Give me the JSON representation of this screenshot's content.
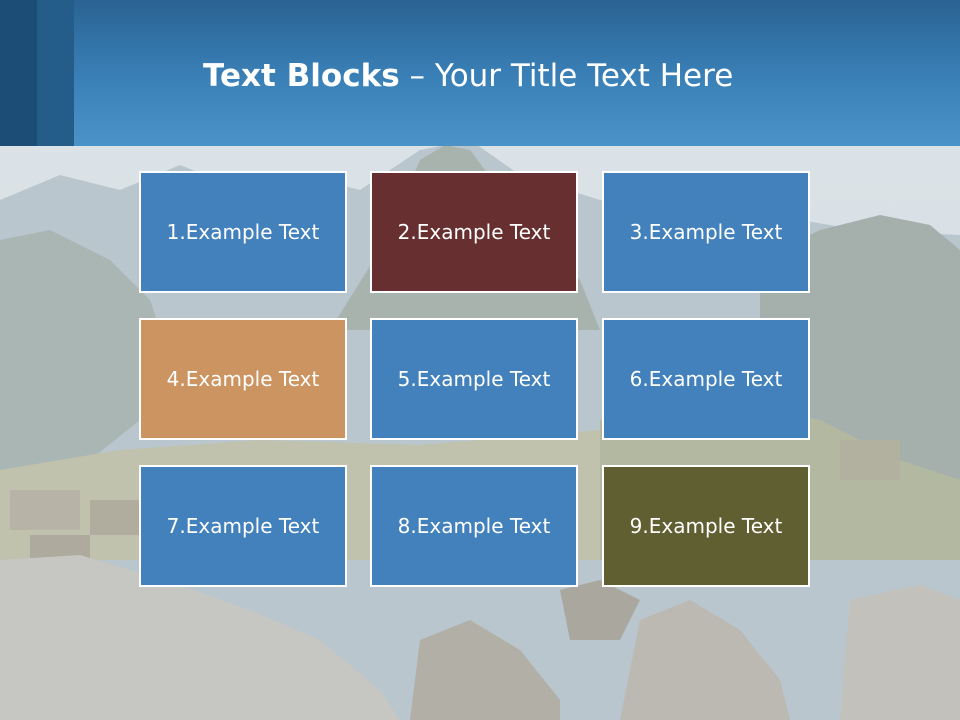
{
  "title": {
    "bold": "Text Blocks",
    "separator": " – ",
    "rest": "Your Title Text Here"
  },
  "blocks": [
    {
      "label": "1.Example Text",
      "color": "#4281bb"
    },
    {
      "label": "2.Example Text",
      "color": "#672f2f"
    },
    {
      "label": "3.Example Text",
      "color": "#4281bb"
    },
    {
      "label": "4.Example Text",
      "color": "#cb9460"
    },
    {
      "label": "5.Example Text",
      "color": "#4281bb"
    },
    {
      "label": "6.Example Text",
      "color": "#4281bb"
    },
    {
      "label": "7.Example Text",
      "color": "#4281bb"
    },
    {
      "label": "8.Example Text",
      "color": "#4281bb"
    },
    {
      "label": "9.Example Text",
      "color": "#5f5f31"
    }
  ],
  "colors": {
    "header": "#3a81b8",
    "header_dark": "#1b4d77"
  }
}
